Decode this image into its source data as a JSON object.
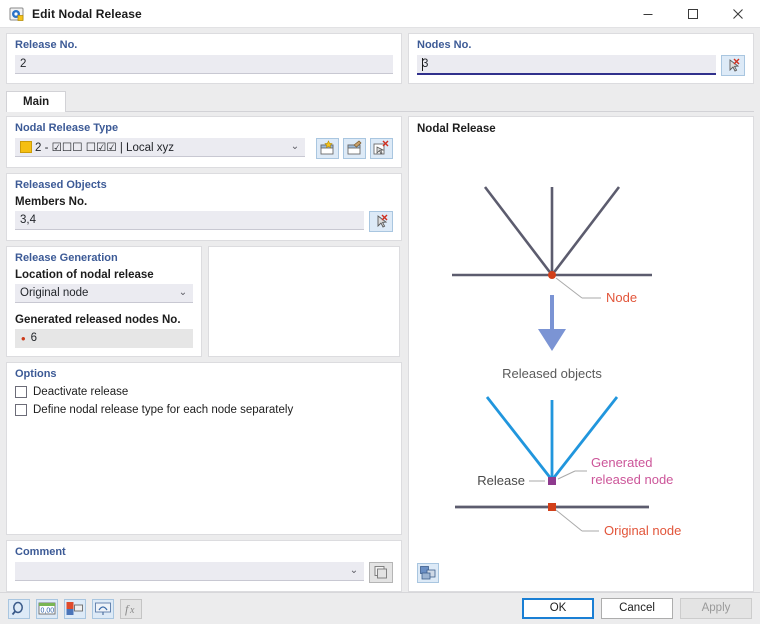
{
  "window": {
    "title": "Edit Nodal Release",
    "app_icon": "nodal-release-icon",
    "minimize": "minimize-icon",
    "maximize": "maximize-icon",
    "close": "close-icon"
  },
  "header": {
    "release": {
      "label": "Release No.",
      "value": "2"
    },
    "nodes": {
      "label": "Nodes No.",
      "value": "3",
      "picker_icon": "select-nodes-icon"
    }
  },
  "tabs": [
    {
      "label": "Main",
      "active": true
    }
  ],
  "nodal_release_type": {
    "group_label": "Nodal Release Type",
    "swatch_color": "#f5bf12",
    "value": "2 - ☑☐☐ ☐☑☑ | Local xyz",
    "value_number": "2 -",
    "checkboxes_1": "☑☐☐",
    "checkboxes_2": "☐☑☑",
    "axis_system": "| Local xyz",
    "buttons": [
      {
        "name": "new-nodal-release-type-icon"
      },
      {
        "name": "edit-nodal-release-type-icon"
      },
      {
        "name": "delete-nodal-release-type-icon"
      }
    ]
  },
  "released_objects": {
    "group_label": "Released Objects",
    "members_label": "Members No.",
    "members_value": "3,4",
    "picker_icon": "select-members-icon"
  },
  "release_generation": {
    "group_label": "Release Generation",
    "location_label": "Location of nodal release",
    "location_value": "Original node",
    "generated_label": "Generated released nodes No.",
    "generated_value": "6",
    "bullet_color": "#cc3b1b"
  },
  "options": {
    "group_label": "Options",
    "items": [
      {
        "label": "Deactivate release",
        "checked": false
      },
      {
        "label": "Define nodal release type for each node separately",
        "checked": false
      }
    ]
  },
  "comment": {
    "group_label": "Comment",
    "value": "",
    "placeholder": "",
    "button_icon": "comment-library-icon"
  },
  "diagram": {
    "title": "Nodal Release",
    "labels": {
      "node": "Node",
      "released_objects": "Released objects",
      "release": "Release",
      "generated_released_node": "Generated\nreleased node",
      "generated_released_node_line1": "Generated",
      "generated_released_node_line2": "released node",
      "original_node": "Original node"
    },
    "colors": {
      "member_gray": "#5c5c6e",
      "released_blue": "#2196dd",
      "arrow_blue": "#7b94d4",
      "node_red": "#d2401a",
      "generated_node_purple": "#8e3a8e",
      "label_red": "#e2553a",
      "label_pink": "#cc5599",
      "label_gray": "#5a5a5a"
    },
    "toolbar_icon": "diagram-view-icon"
  },
  "footer": {
    "tool_icons": [
      {
        "name": "find-icon",
        "disabled": false
      },
      {
        "name": "units-icon",
        "disabled": false
      },
      {
        "name": "display-properties-icon",
        "disabled": false
      },
      {
        "name": "visibility-icon",
        "disabled": false
      },
      {
        "name": "formula-icon",
        "disabled": true
      }
    ],
    "buttons": [
      {
        "label": "OK",
        "style": "default"
      },
      {
        "label": "Cancel",
        "style": "normal"
      },
      {
        "label": "Apply",
        "style": "disabled"
      }
    ]
  }
}
